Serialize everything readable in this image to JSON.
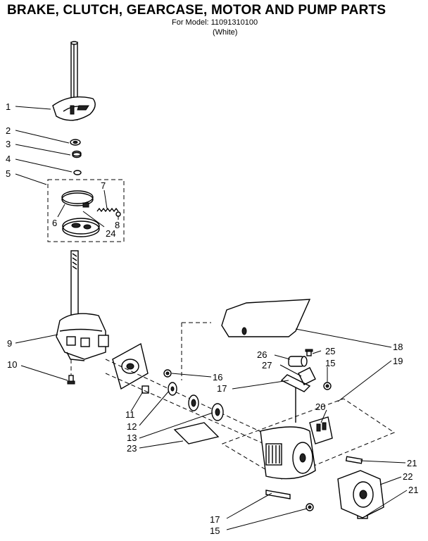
{
  "header": {
    "title": "BRAKE, CLUTCH, GEARCASE, MOTOR AND PUMP PARTS",
    "model_line": "For Model: 11091310100",
    "color_line": "(White)"
  },
  "callouts": {
    "c1": "1",
    "c2": "2",
    "c3": "3",
    "c4": "4",
    "c5": "5",
    "c6": "6",
    "c7": "7",
    "c8": "8",
    "c9": "9",
    "c10": "10",
    "c11": "11",
    "c12": "12",
    "c13": "13",
    "c15a": "15",
    "c15b": "15",
    "c16": "16",
    "c17a": "17",
    "c17b": "17",
    "c18": "18",
    "c19": "19",
    "c20": "20",
    "c21a": "21",
    "c21b": "21",
    "c22": "22",
    "c23": "23",
    "c24": "24",
    "c25": "25",
    "c26": "26",
    "c27": "27"
  }
}
